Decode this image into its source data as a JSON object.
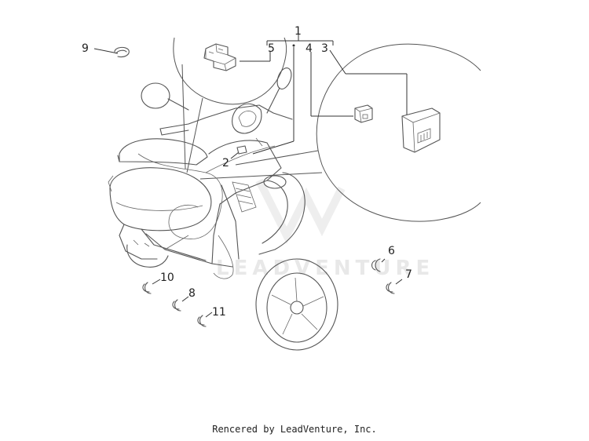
{
  "diagram": {
    "callouts": [
      {
        "id": "c1",
        "label": "1"
      },
      {
        "id": "c2",
        "label": "2"
      },
      {
        "id": "c3",
        "label": "3"
      },
      {
        "id": "c4",
        "label": "4"
      },
      {
        "id": "c5",
        "label": "5"
      },
      {
        "id": "c6",
        "label": "6"
      },
      {
        "id": "c7",
        "label": "7"
      },
      {
        "id": "c8",
        "label": "8"
      },
      {
        "id": "c9",
        "label": "9"
      },
      {
        "id": "c10",
        "label": "10"
      },
      {
        "id": "c11",
        "label": "11"
      }
    ],
    "watermark_text": "LEADVENTURE"
  },
  "footer": {
    "credit": "Rencered by LeadVenture, Inc."
  },
  "colors": {
    "line": "#333333",
    "background": "#ffffff",
    "watermark": "#e8e8e8"
  }
}
